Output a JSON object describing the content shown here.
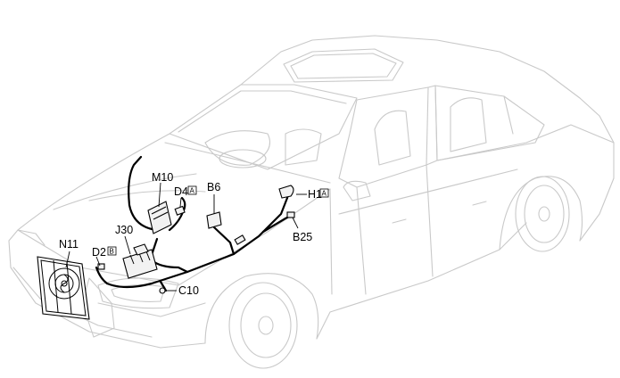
{
  "labels": [
    {
      "id": "N11",
      "code": "N11",
      "suffix": ""
    },
    {
      "id": "D2",
      "code": "D2",
      "suffix": "B"
    },
    {
      "id": "J30",
      "code": "J30",
      "suffix": ""
    },
    {
      "id": "M10",
      "code": "M10",
      "suffix": ""
    },
    {
      "id": "D4",
      "code": "D4",
      "suffix": "A"
    },
    {
      "id": "B6",
      "code": "B6",
      "suffix": ""
    },
    {
      "id": "H1",
      "code": "H1",
      "suffix": "A"
    },
    {
      "id": "B25",
      "code": "B25",
      "suffix": ""
    },
    {
      "id": "C10",
      "code": "C10",
      "suffix": ""
    }
  ]
}
